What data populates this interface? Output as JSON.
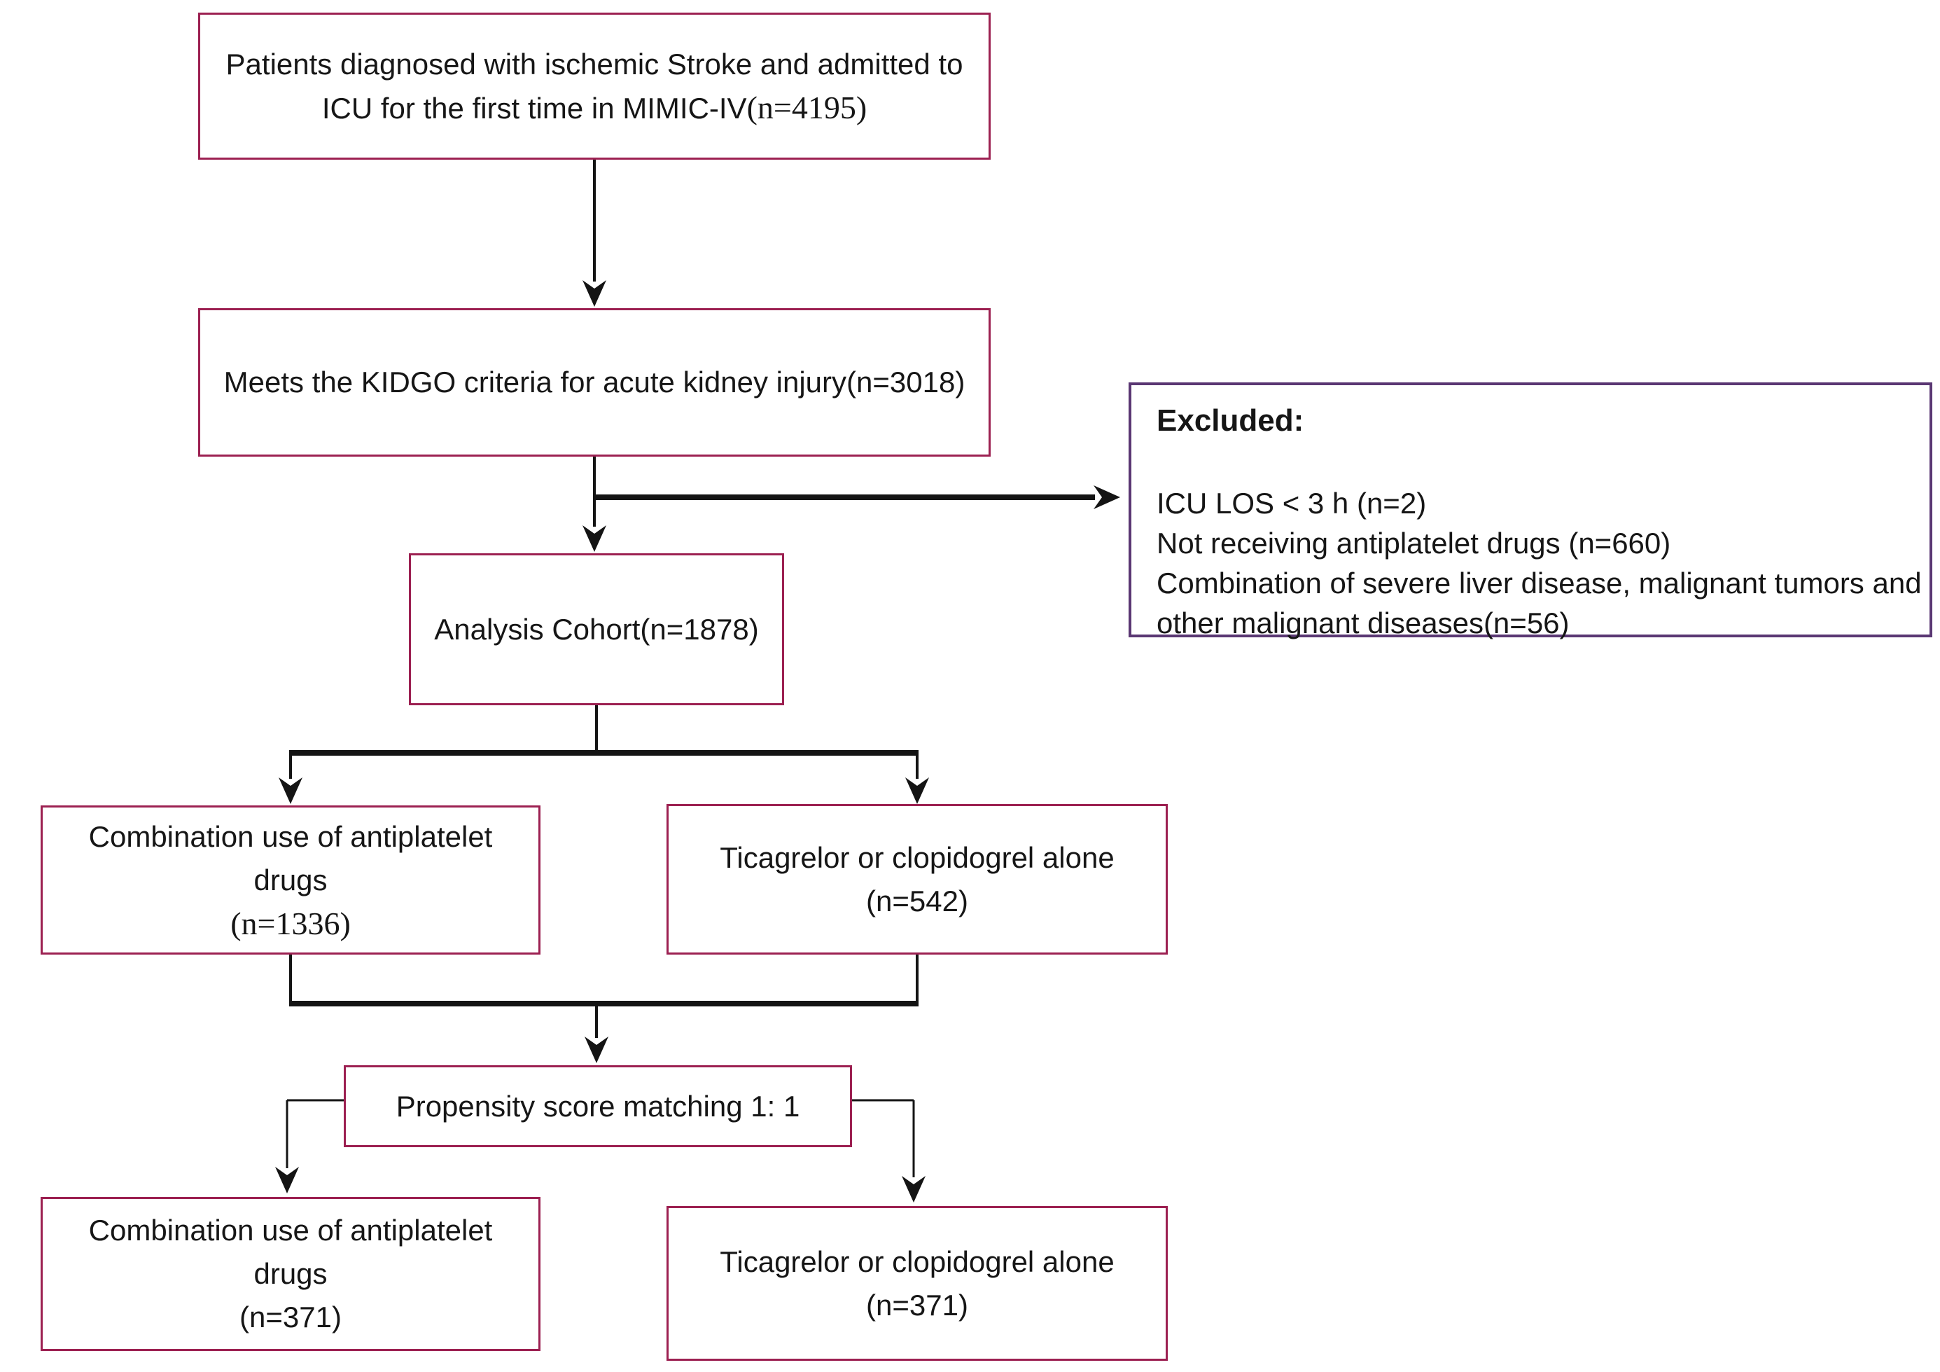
{
  "palette": {
    "box_border": "#9c2051",
    "excluded_border": "#5a3773",
    "line_color": "#141414",
    "text_color": "#161616",
    "background": "#ffffff"
  },
  "boxes": {
    "initial": {
      "line1": "Patients diagnosed with ischemic Stroke and admitted to",
      "line2_prefix": "ICU for the first time in MIMIC-IV",
      "line2_n": "(n=4195)"
    },
    "aki": {
      "label": "Meets the KIDGO criteria for acute kidney injury(n=3018)"
    },
    "excluded": {
      "title": "Excluded:",
      "lines": [
        "ICU LOS < 3 h (n=2)",
        "Not receiving antiplatelet drugs (n=660)",
        "Combination of severe liver disease, malignant tumors and other malignant diseases(n=56)"
      ]
    },
    "analysis": {
      "label": "Analysis Cohort(n=1878)"
    },
    "combo_pre": {
      "line1": "Combination use of antiplatelet",
      "line2": "drugs",
      "line3_n": "(n=1336)"
    },
    "mono_pre": {
      "line1": "Ticagrelor or clopidogrel alone",
      "line2_n": "(n=542)"
    },
    "psm": {
      "label": "Propensity score matching 1: 1"
    },
    "combo_post": {
      "line1": "Combination use of antiplatelet",
      "line2": "drugs",
      "line3_n": "(n=371)"
    },
    "mono_post": {
      "line1": "Ticagrelor or clopidogrel alone",
      "line2_n": "(n=371)"
    }
  }
}
